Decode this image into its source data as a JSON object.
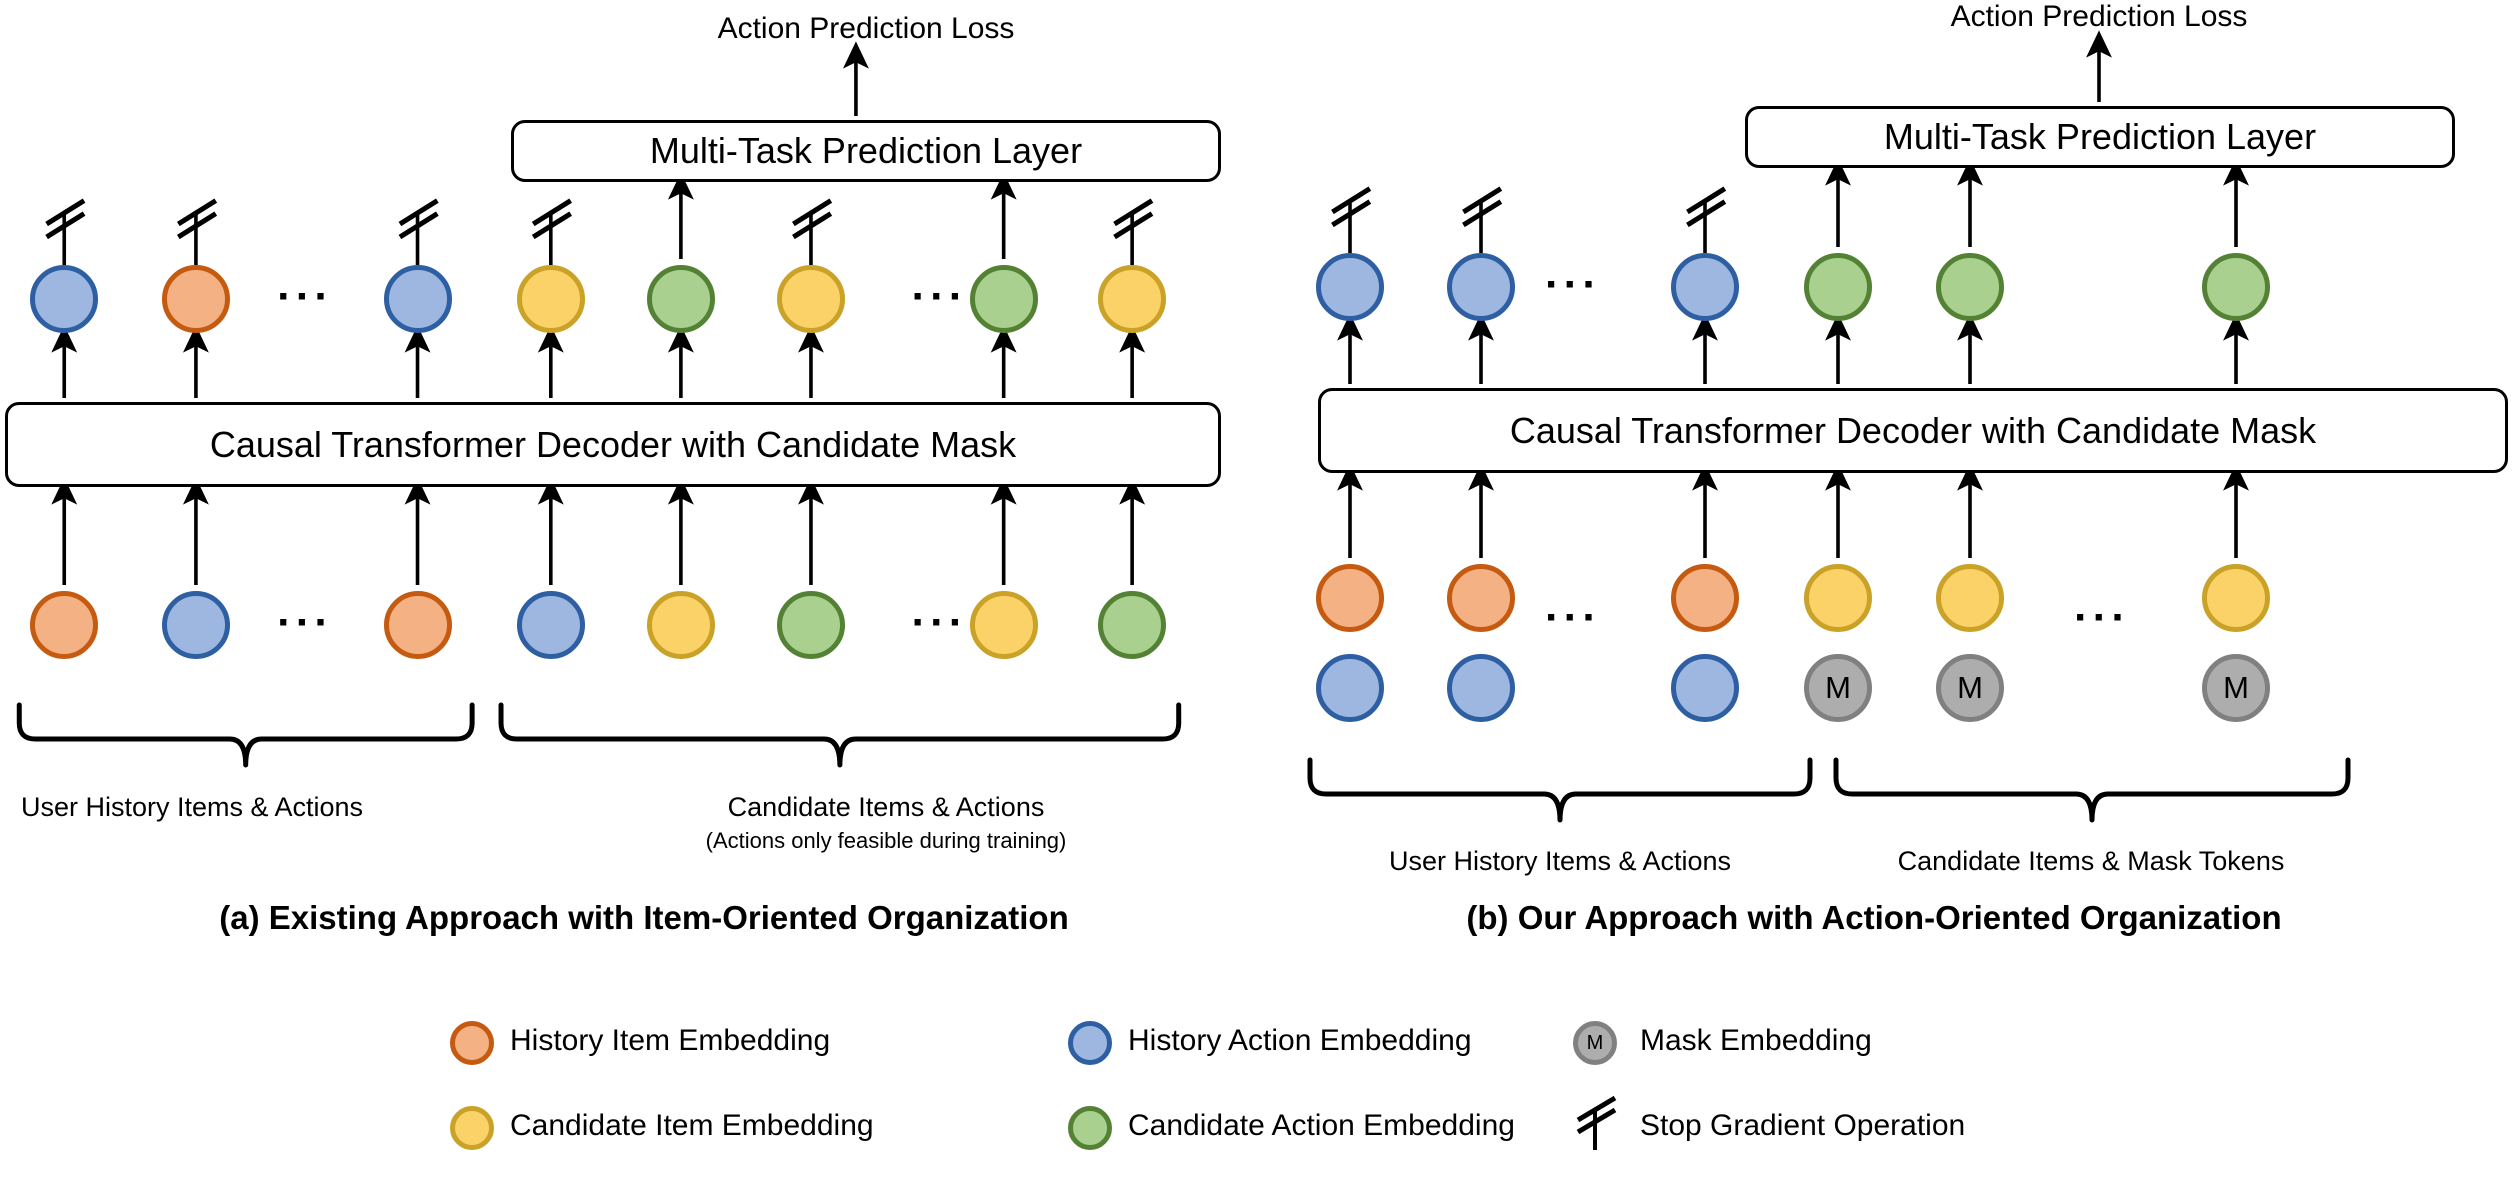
{
  "figure": {
    "type": "architecture-diagram",
    "colors": {
      "history_item_fill": "#F4B183",
      "history_item_stroke": "#C55A11",
      "history_action_fill": "#9DB7E0",
      "history_action_stroke": "#2E5FA3",
      "candidate_item_fill": "#FBD268",
      "candidate_item_stroke": "#C9A227",
      "candidate_action_fill": "#A9D08E",
      "candidate_action_stroke": "#548235",
      "mask_fill": "#ADADAD",
      "mask_stroke": "#808080",
      "line": "#000000",
      "background": "#FFFFFF"
    },
    "ellipsis": "···",
    "mask_glyph": "M"
  },
  "panel_a": {
    "caption": "(a) Existing Approach with Item-Oriented Organization",
    "loss_label": "Action Prediction Loss",
    "prediction_box": "Multi-Task Prediction Layer",
    "decoder_box": "Causal Transformer Decoder with Candidate Mask",
    "brace_left_label": "User History Items & Actions",
    "brace_right_label": "Candidate Items & Actions",
    "brace_right_sublabel": "(Actions only feasible during training)",
    "output_row": [
      {
        "kind": "history-action",
        "stop_gradient": true
      },
      {
        "kind": "history-item",
        "stop_gradient": true
      },
      {
        "kind": "ellipsis",
        "stop_gradient": false
      },
      {
        "kind": "history-action",
        "stop_gradient": true
      },
      {
        "kind": "candidate-item",
        "stop_gradient": true
      },
      {
        "kind": "candidate-action",
        "stop_gradient": false
      },
      {
        "kind": "candidate-item",
        "stop_gradient": true
      },
      {
        "kind": "ellipsis",
        "stop_gradient": false
      },
      {
        "kind": "candidate-action",
        "stop_gradient": false
      },
      {
        "kind": "candidate-item",
        "stop_gradient": true
      }
    ],
    "input_row": [
      {
        "kind": "history-item"
      },
      {
        "kind": "history-action"
      },
      {
        "kind": "ellipsis"
      },
      {
        "kind": "history-item"
      },
      {
        "kind": "history-action"
      },
      {
        "kind": "candidate-item"
      },
      {
        "kind": "candidate-action"
      },
      {
        "kind": "ellipsis"
      },
      {
        "kind": "candidate-item"
      },
      {
        "kind": "candidate-action"
      }
    ]
  },
  "panel_b": {
    "caption": "(b) Our Approach with Action-Oriented Organization",
    "loss_label": "Action Prediction Loss",
    "prediction_box": "Multi-Task Prediction Layer",
    "decoder_box": "Causal Transformer Decoder with Candidate Mask",
    "brace_left_label": "User History Items & Actions",
    "brace_right_label": "Candidate Items & Mask Tokens",
    "output_row": [
      {
        "kind": "history-action",
        "stop_gradient": true
      },
      {
        "kind": "history-action",
        "stop_gradient": true
      },
      {
        "kind": "ellipsis",
        "stop_gradient": false
      },
      {
        "kind": "history-action",
        "stop_gradient": true
      },
      {
        "kind": "candidate-action",
        "stop_gradient": false
      },
      {
        "kind": "candidate-action",
        "stop_gradient": false
      },
      {
        "kind": "candidate-action",
        "stop_gradient": false
      }
    ],
    "input_row_top": [
      {
        "kind": "history-item"
      },
      {
        "kind": "history-item"
      },
      {
        "kind": "ellipsis"
      },
      {
        "kind": "history-item"
      },
      {
        "kind": "candidate-item"
      },
      {
        "kind": "candidate-item"
      },
      {
        "kind": "ellipsis"
      },
      {
        "kind": "candidate-item"
      }
    ],
    "input_row_bottom": [
      {
        "kind": "history-action"
      },
      {
        "kind": "history-action"
      },
      {
        "kind": "history-action"
      },
      {
        "kind": "mask"
      },
      {
        "kind": "mask"
      },
      {
        "kind": "mask"
      }
    ]
  },
  "legend": {
    "row1": [
      {
        "swatch": "history-item",
        "label": "History Item Embedding"
      },
      {
        "swatch": "history-action",
        "label": "History Action Embedding"
      },
      {
        "swatch": "mask",
        "label": "Mask Embedding"
      }
    ],
    "row2": [
      {
        "swatch": "candidate-item",
        "label": "Candidate Item Embedding"
      },
      {
        "swatch": "candidate-action",
        "label": "Candidate Action Embedding"
      },
      {
        "swatch": "stop-gradient",
        "label": "Stop Gradient Operation"
      }
    ]
  }
}
